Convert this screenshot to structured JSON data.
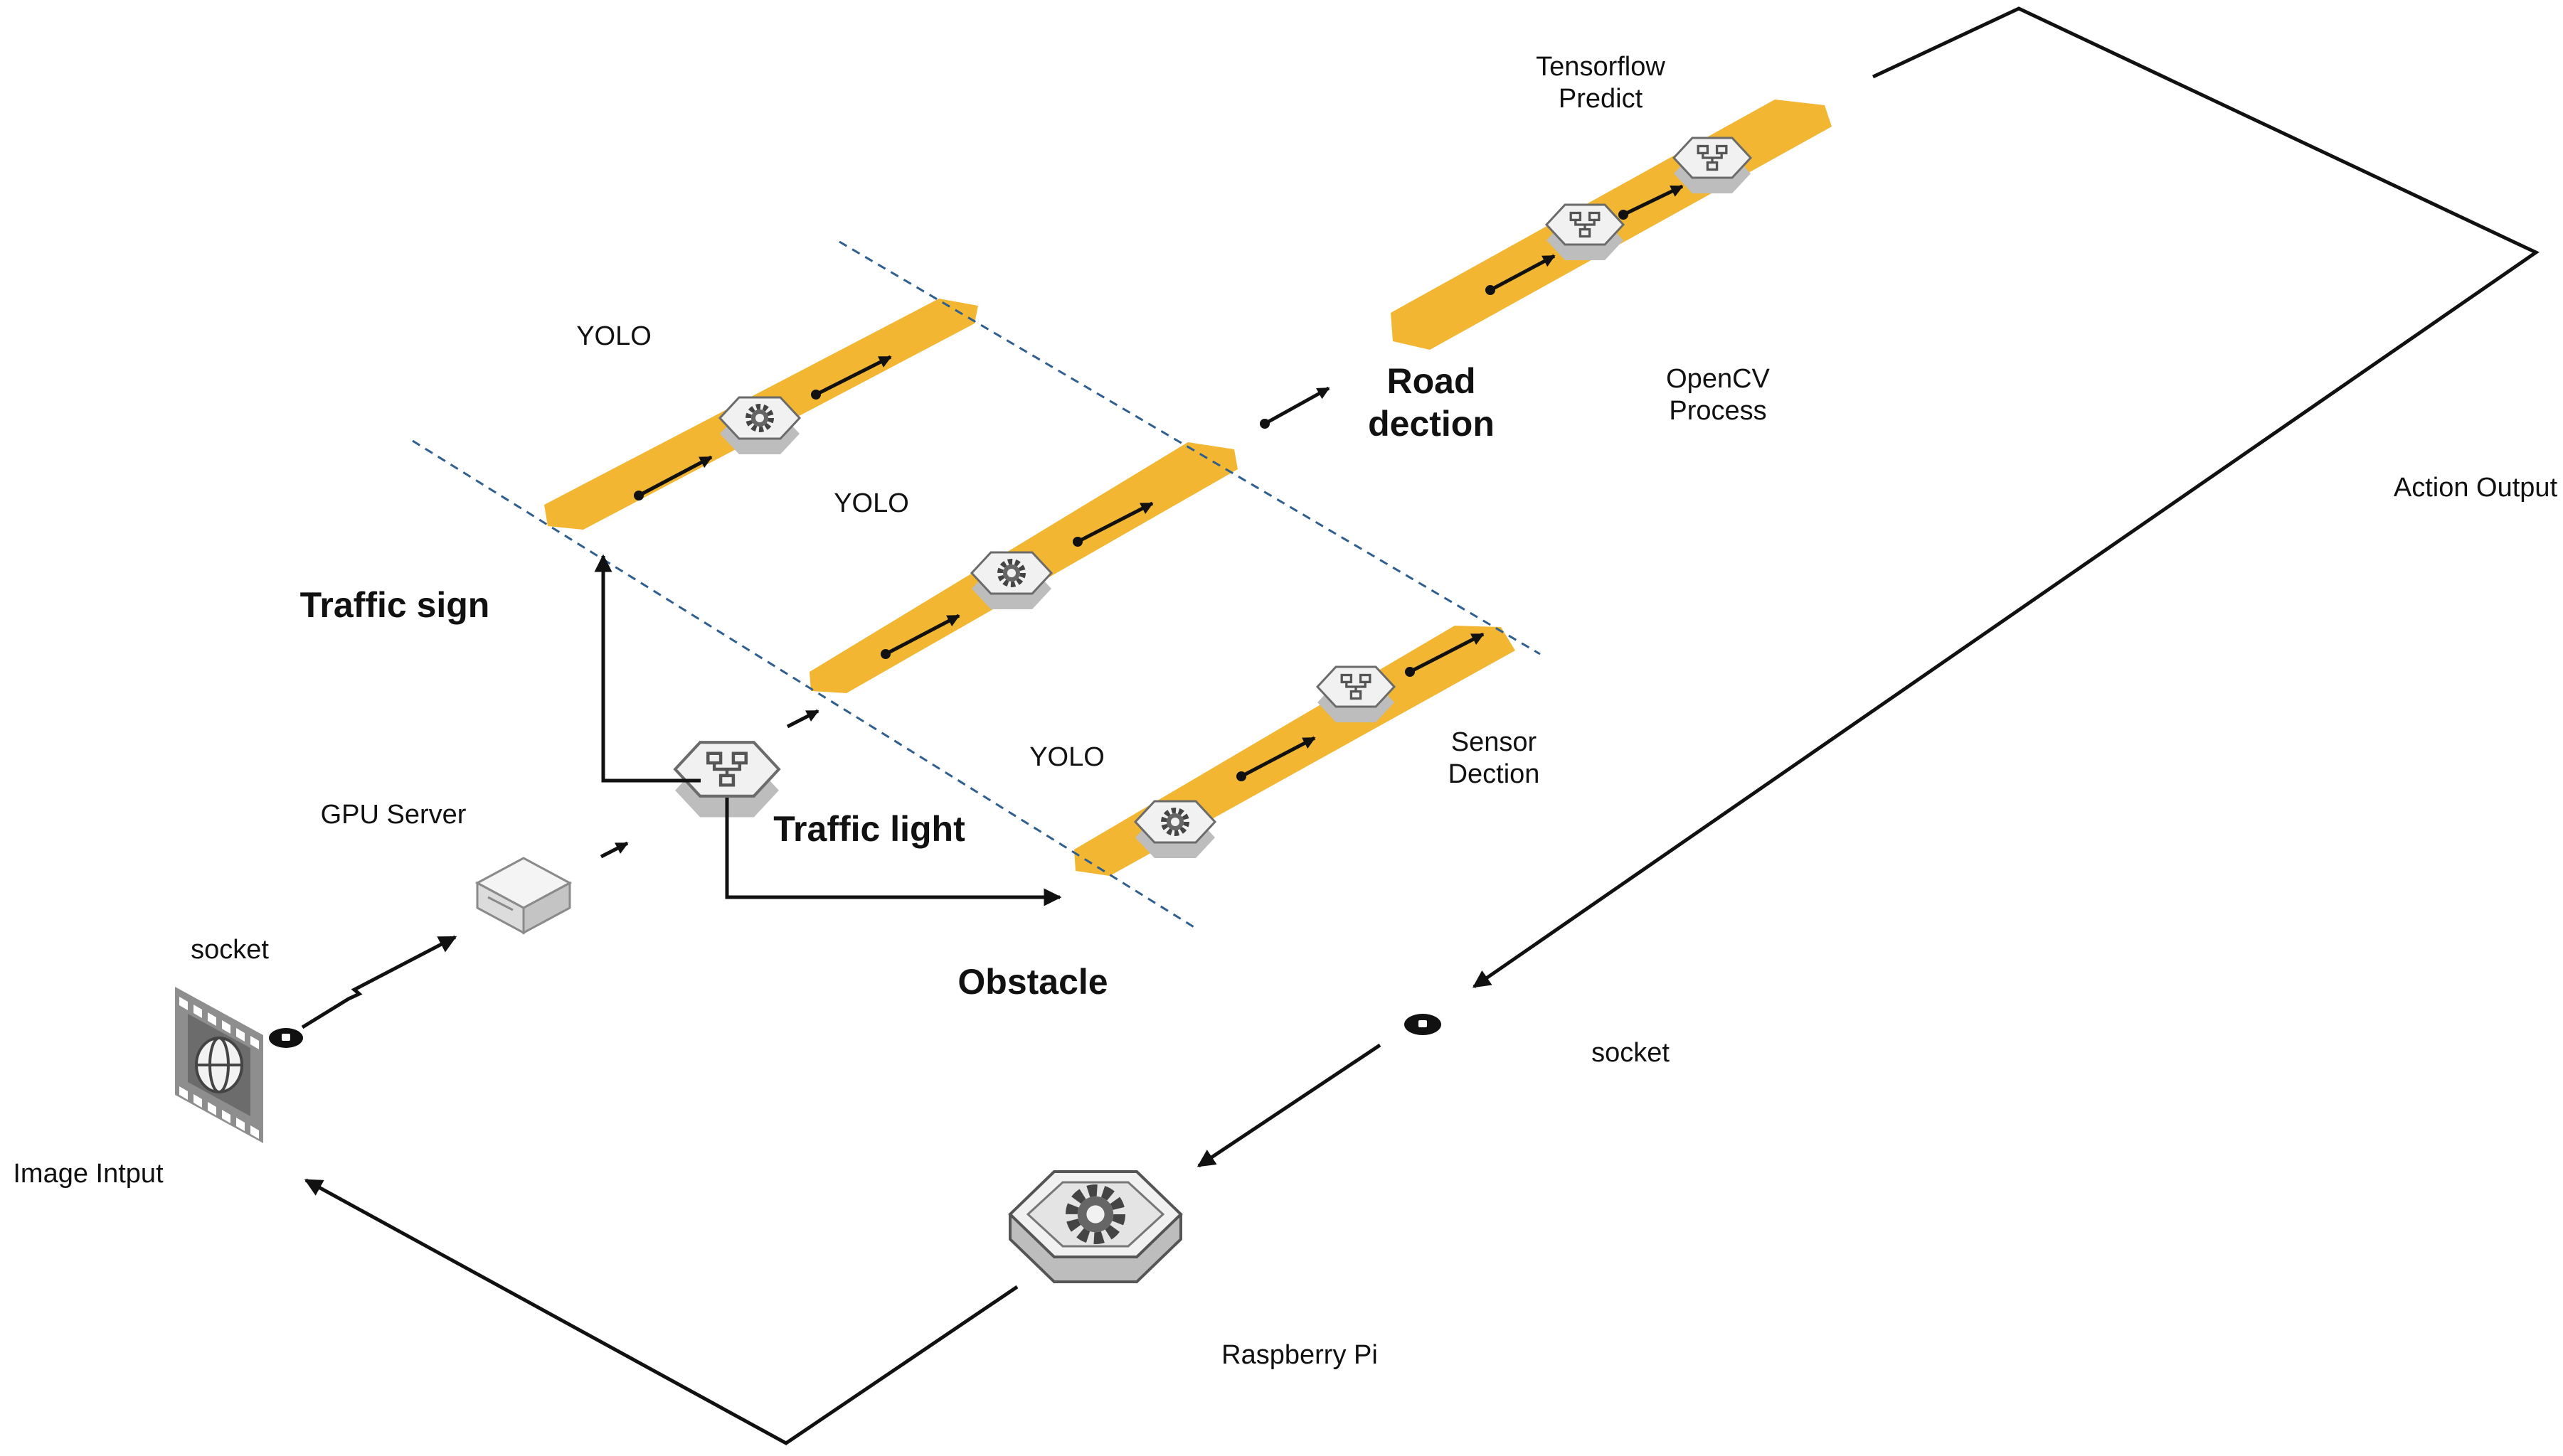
{
  "labels": {
    "tensorflow_line1": "Tensorflow",
    "tensorflow_line2": "Predict",
    "yolo_top": "YOLO",
    "yolo_middle": "YOLO",
    "yolo_bottom": "YOLO",
    "road_line1": "Road",
    "road_line2": "dection",
    "opencv_line1": "OpenCV",
    "opencv_line2": "Process",
    "action_output": "Action Output",
    "traffic_sign": "Traffic sign",
    "traffic_light": "Traffic light",
    "obstacle": "Obstacle",
    "sensor_line1": "Sensor",
    "sensor_line2": "Dection",
    "gpu_server": "GPU Server",
    "socket_left": "socket",
    "socket_right": "socket",
    "image_input": "Image Intput",
    "raspberry_pi": "Raspberry Pi"
  },
  "icons": {
    "process": "gear-chip-icon",
    "model": "flowchart-chip-icon",
    "server": "server-box-icon",
    "media": "film-globe-icon",
    "socket": "socket-link-icon"
  },
  "colors": {
    "lane": "#f2b632",
    "dashed": "#2f5f8f",
    "line": "#111111",
    "chip_top": "#f1f1f1",
    "chip_side": "#c9c9c9"
  }
}
